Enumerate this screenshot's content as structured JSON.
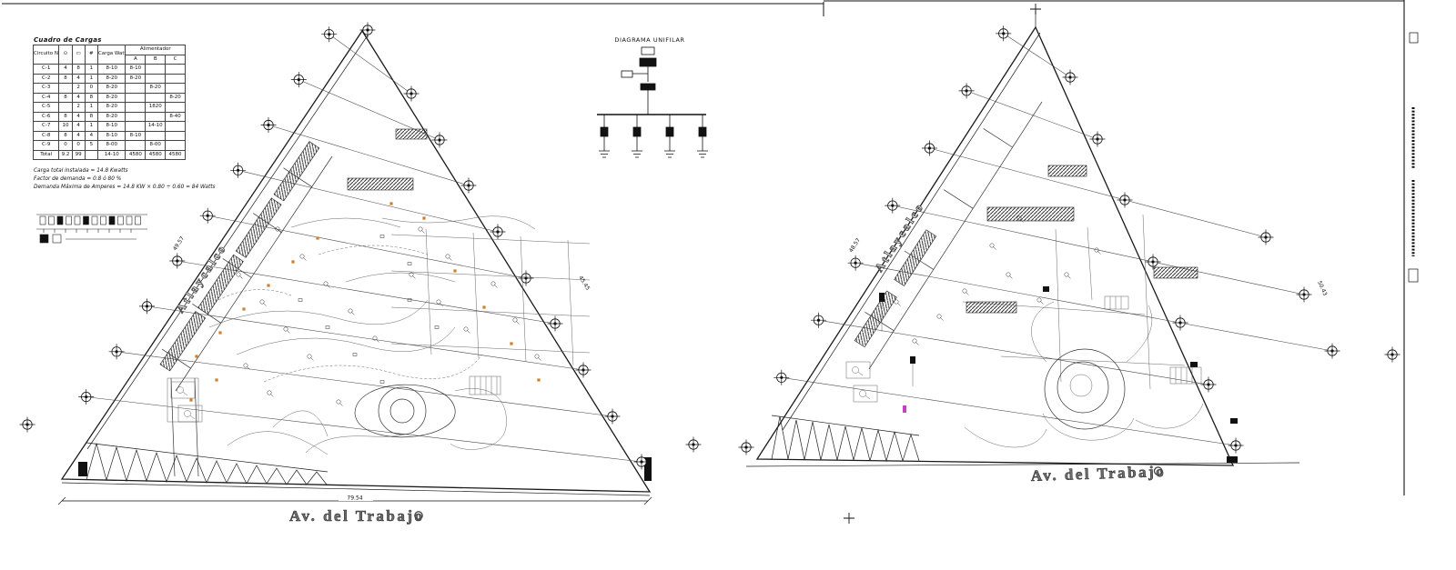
{
  "load_table": {
    "title": "Cuadro de Cargas",
    "headers": {
      "circuit": "Circuito No.",
      "sym1": "⊙",
      "sym2": "▭",
      "sym3": "#",
      "load": "Carga Watts",
      "feeder": "Alimentador",
      "a": "A",
      "b": "B",
      "c": "C"
    },
    "rows": [
      [
        "C-1",
        "4",
        "8",
        "1",
        "8-10",
        "8-10",
        "",
        ""
      ],
      [
        "C-2",
        "8",
        "4",
        "1",
        "8-20",
        "8-20",
        "",
        ""
      ],
      [
        "C-3",
        "",
        "2",
        "0",
        "8-20",
        "",
        "8-20",
        ""
      ],
      [
        "C-4",
        "8",
        "4",
        "8",
        "8-20",
        "",
        "",
        "8-20"
      ],
      [
        "C-5",
        "",
        "2",
        "1",
        "8-20",
        "",
        "1820",
        ""
      ],
      [
        "C-6",
        "8",
        "4",
        "8",
        "8-20",
        "",
        "",
        "8-40"
      ],
      [
        "C-7",
        "10",
        "4",
        "1",
        "8-10",
        "",
        "14-10",
        ""
      ],
      [
        "C-8",
        "8",
        "4",
        "4",
        "8-10",
        "8-10",
        "",
        ""
      ],
      [
        "C-9",
        "0",
        "0",
        "5",
        "8-00",
        "",
        "8-00",
        ""
      ],
      [
        "Total",
        "9.2",
        "99",
        "",
        "14-10",
        "4580",
        "4580",
        "4580"
      ]
    ],
    "notes": [
      "Carga total instalada = 14.8 Kwatts",
      "Factor de demanda = 0.8 ó 80 %",
      "Demanda Máxima de Amperes = 14.8 KW × 0.80 ÷ 0.60 = 84 Watts"
    ]
  },
  "unifilar": {
    "title": "DIAGRAMA UNIFILAR"
  },
  "plans": {
    "left": {
      "street_bottom": "Av. del Trabajo",
      "street_diagonal": "Atlaycalco",
      "dim_bottom": "79.54",
      "dim_edge_left": "49.57",
      "dim_edge_right": "45.45"
    },
    "right": {
      "street_bottom": "Av. del Trabajo",
      "street_diagonal": "Atlaycalco",
      "dim_edge_left": "48.57",
      "dim_edge_right": "50.43"
    }
  }
}
